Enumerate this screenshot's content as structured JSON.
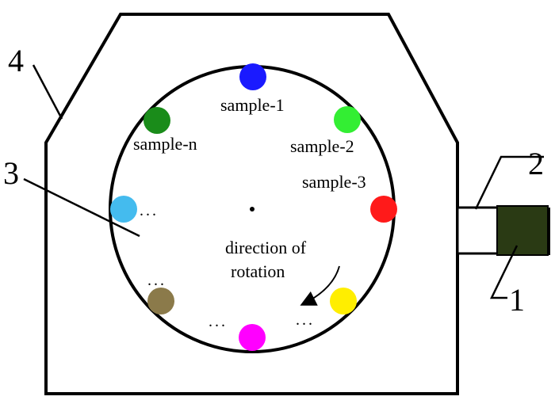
{
  "part_labels": {
    "p1": "1",
    "p2": "2",
    "p3": "3",
    "p4": "4"
  },
  "samples": [
    {
      "label": "sample-1",
      "color": "#1a1aff"
    },
    {
      "label": "sample-2",
      "color": "#33ee33"
    },
    {
      "label": "sample-3",
      "color": "#ff1a1a"
    },
    {
      "label": "sample-n",
      "color": "#1a8c1a"
    },
    {
      "label": "",
      "color": "#ffee00"
    },
    {
      "label": "",
      "color": "#ff00ff"
    },
    {
      "label": "",
      "color": "#8b7a4a"
    },
    {
      "label": "",
      "color": "#44bbee"
    }
  ],
  "direction_text": {
    "line1": "direction of",
    "line2": "rotation"
  },
  "ellipsis": "...",
  "motor_color": "#2a3a14"
}
